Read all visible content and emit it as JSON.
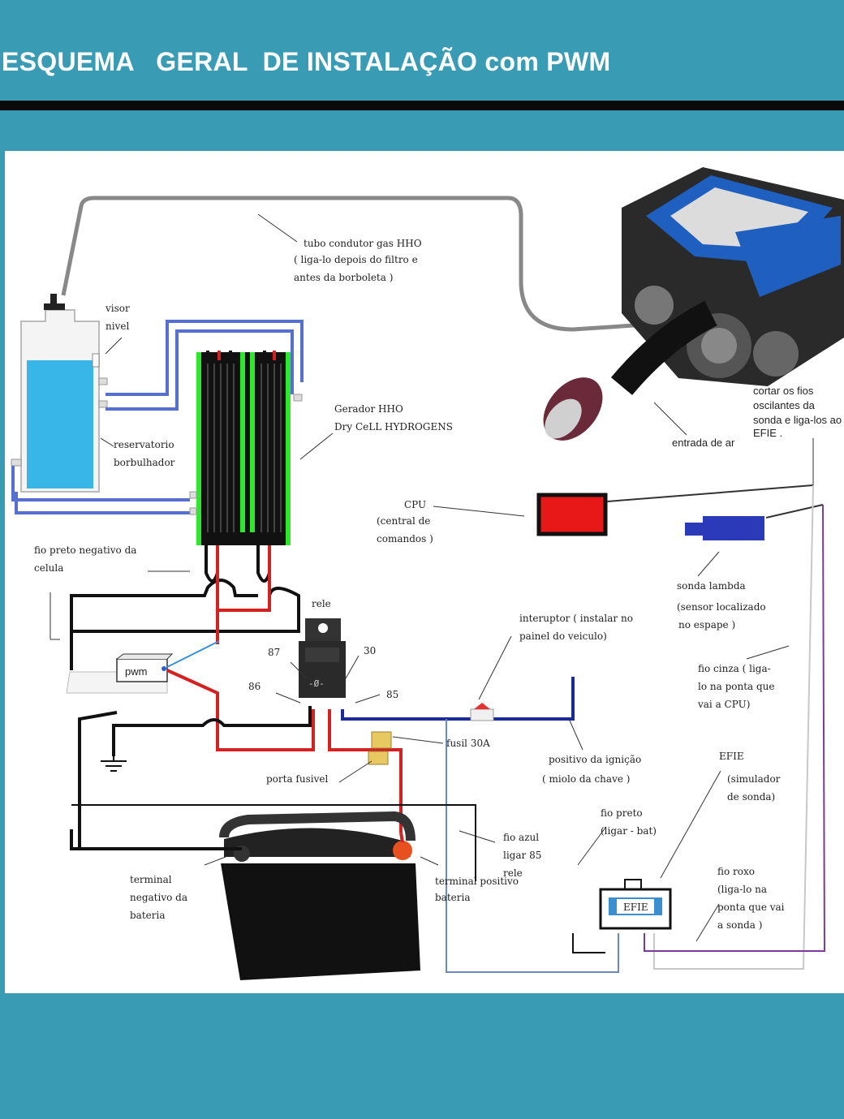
{
  "title": "ESQUEMA   GERAL  DE INSTALAÇÃO com PWM",
  "labels": {
    "tubo": [
      "tubo condutor gas HHO",
      "( liga-lo depois do filtro e",
      "antes da borboleta )"
    ],
    "visor": [
      "visor",
      "nivel"
    ],
    "gerador": [
      "Gerador HHO",
      "Dry CeLL  HYDROGENS"
    ],
    "reservatorio": [
      "reservatorio",
      "borbulhador"
    ],
    "entrada_ar": "entrada de ar",
    "cortar": [
      "cortar os fios",
      "oscilantes da",
      "sonda e liga-los ao",
      "EFIE ."
    ],
    "cpu": [
      "CPU",
      "(central de",
      "comandos )"
    ],
    "fio_preto_celula": [
      "fio preto negativo da",
      "celula"
    ],
    "sonda": [
      "sonda lambda",
      "(sensor localizado",
      "no espape )"
    ],
    "rele": "rele",
    "r87": "87",
    "r30": "30",
    "r86": "86",
    "r85": "85",
    "pwm": "pwm",
    "interruptor": [
      "interuptor  ( instalar no",
      "painel do veiculo)"
    ],
    "fio_cinza": [
      "fio cinza ( liga-",
      "lo na ponta que",
      "vai a CPU)"
    ],
    "fusil": "fusil 30A",
    "positivo_ignicao": [
      "positivo da ignição",
      "( miolo da chave )"
    ],
    "efie_title": [
      "EFIE",
      "(simulador",
      "de sonda)"
    ],
    "porta_fusivel": "porta fusivel",
    "fio_preto_bat": [
      "fio preto",
      "(ligar - bat)"
    ],
    "fio_azul": [
      "fio azul",
      "ligar 85",
      "rele"
    ],
    "terminal_neg": [
      "terminal",
      "negativo da",
      "bateria"
    ],
    "terminal_pos": [
      "terminal positivo",
      "bateria"
    ],
    "fio_roxo": [
      "fio roxo",
      "(liga-lo na",
      "ponta que vai",
      "a sonda )"
    ],
    "efie_box": "EFIE"
  },
  "colors": {
    "background": "#3a9bb5",
    "water": "#38b6e8",
    "green_plate": "#2ee82e",
    "wire_red": "#d42020",
    "wire_blue": "#1a2a9a",
    "wire_light_blue": "#5570d0",
    "cpu_red": "#e81818",
    "sonda_blue": "#2a3ab8",
    "wire_purple": "#7a3a9a"
  }
}
